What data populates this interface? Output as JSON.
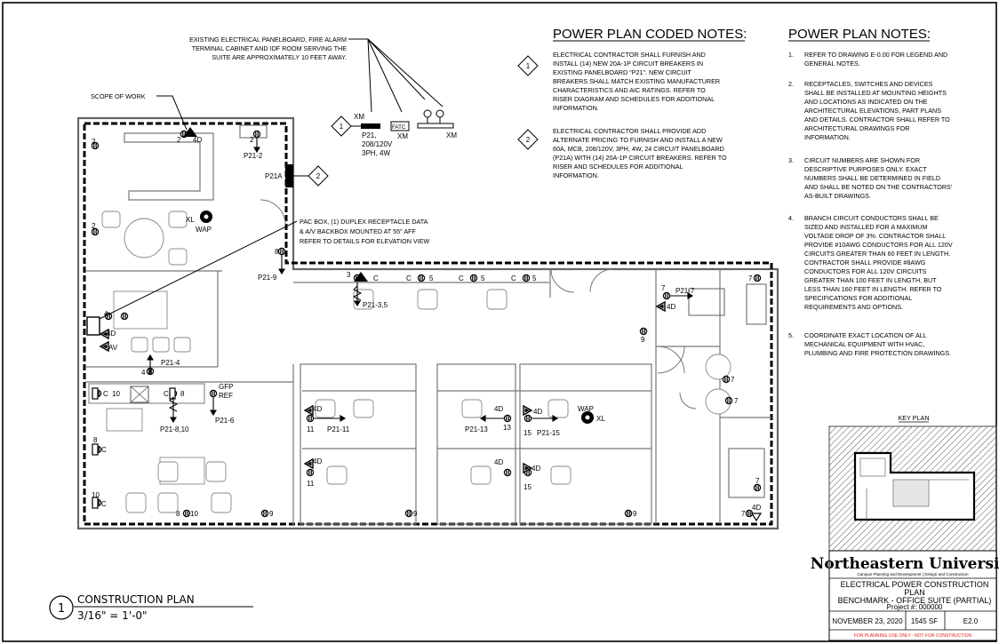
{
  "callouts": {
    "existing_panel": [
      "EXISTING ELECTRICAL PANELBOARD, FIRE ALARM",
      "TERMINAL CABINET AND  IDF ROOM SERVING THE",
      "SUITE ARE APPROXIMATELY 10 FEET AWAY."
    ],
    "scope": "SCOPE OF WORK",
    "pac_box": [
      "PAC BOX, (1) DUPLEX RECEPTACLE DATA",
      "& A/V BACKBOX MOUNTED AT 55\" AFF",
      "REFER TO DETAILS FOR ELEVATION VIEW"
    ]
  },
  "legend_items": {
    "marker1": "1",
    "xm": "XM",
    "fatc": "FATC",
    "fatc_xm": "XM",
    "rack_xm": "XM",
    "panel_spec": [
      "P21,",
      "208/120V",
      "3PH, 4W"
    ]
  },
  "plan_labels": {
    "p21a": "P21A",
    "marker2": "2",
    "p21_2": "P21-2",
    "p21_9": "P21-9",
    "p21_35": "P21-3,5",
    "p21_7": "P21-7",
    "p21_4": "P21-4",
    "p21_810": "P21-8,10",
    "p21_6": "P21-6",
    "p21_11": "P21-11",
    "p21_13": "P21-13",
    "p21_15": "P21-15",
    "xl1": "XL",
    "wap1": "WAP",
    "wap2": "WAP",
    "xl2": "XL",
    "gfp": "GFP",
    "ref": "REF",
    "c": "C",
    "av": "AV",
    "d4": "4D",
    "n2": "2",
    "n3": "3",
    "n4": "4",
    "n5": "5",
    "n7": "7",
    "n8": "8",
    "n9": "9",
    "n10": "10",
    "n11": "11",
    "n13": "13",
    "n15": "15"
  },
  "coded_notes": {
    "title": "POWER PLAN CODED NOTES:",
    "items": [
      {
        "marker": "1",
        "lines": [
          "ELECTRICAL CONTRACTOR SHALL FURNISH AND",
          "INSTALL (14) NEW 20A-1P CIRCUIT BREAKERS IN",
          "EXISTING PANELBOARD \"P21\". NEW CIRCUIT",
          "BREAKERS SHALL MATCH EXISTING MANUFACTURER",
          "CHARACTERISTICS AND AIC RATINGS. REFER TO",
          "RISER DIAGRAM AND SCHEDULES FOR ADDITIONAL",
          "INFORMATION."
        ]
      },
      {
        "marker": "2",
        "lines": [
          "ELECTRICAL CONTRACTOR SHALL PROVIDE ADD",
          "ALTERNATE PRICING TO FURNISH AND INSTALL A NEW",
          "60A, MCB, 208/120V, 3PH, 4W, 24 CIRCUIT PANELBOARD",
          "(P21A) WITH (14) 20A-1P CIRCUIT BREAKERS. REFER TO",
          "RISER AND SCHEDULES FOR ADDITIONAL",
          "INFORMATION."
        ]
      }
    ]
  },
  "plan_notes": {
    "title": "POWER PLAN NOTES:",
    "items": [
      {
        "num": "1.",
        "lines": [
          "REFER TO DRAWING E-0.00 FOR LEGEND AND",
          "GENERAL NOTES."
        ]
      },
      {
        "num": "2.",
        "lines": [
          "RECEPTACLES, SWITCHES AND DEVICES",
          "SHALL BE INSTALLED AT MOUNTING HEIGHTS",
          "AND LOCATIONS AS INDICATED ON THE",
          "ARCHITECTURAL ELEVATIONS, PART PLANS",
          "AND DETAILS. CONTRACTOR SHALL REFER TO",
          "ARCHITECTURAL DRAWINGS FOR",
          "INFORMATION."
        ]
      },
      {
        "num": "3.",
        "lines": [
          "CIRCUIT NUMBERS ARE SHOWN FOR",
          "DESCRIPTIVE PURPOSES ONLY. EXACT",
          "NUMBERS SHALL BE DETERMINED IN FIELD",
          "AND SHALL BE NOTED ON THE CONTRACTORS'",
          "AS-BUILT DRAWINGS."
        ]
      },
      {
        "num": "4.",
        "lines": [
          "BRANCH CIRCUIT CONDUCTORS SHALL BE",
          "SIZED AND INSTALLED FOR A MAXIMUM",
          "VOLTAGE DROP OF 3%. CONTRACTOR SHALL",
          "PROVIDE #10AWG CONDUCTORS FOR ALL 120V",
          "CIRCUITS GREATER THAN 60 FEET IN LENGTH.",
          "CONTRACTOR SHALL PROVIDE #8AWG",
          "CONDUCTORS FOR ALL 120V CIRCUITS",
          "GREATER THAN 100 FEET IN LENGTH, BUT",
          "LESS THAN 160 FEET IN LENGTH. REFER TO",
          "SPECIFICATIONS FOR ADDITIONAL",
          "REQUIREMENTS AND OPTIONS."
        ]
      },
      {
        "num": "5.",
        "lines": [
          "COORDINATE EXACT LOCATION OF ALL",
          "MECHANICAL EQUIPMENT WITH HVAC,",
          "PLUMBING AND FIRE PROTECTION DRAWINGS."
        ]
      }
    ]
  },
  "key_plan": {
    "title": "KEY PLAN"
  },
  "title_block": {
    "university": "Northeastern University",
    "department": "Campus Planning and Development | Design and Construction",
    "drawing_title_1": "ELECTRICAL POWER CONSTRUCTION",
    "drawing_title_2": "PLAN",
    "project_line": "BENCHMARK - OFFICE SUITE (PARTIAL)",
    "project_number": "Project #: 000000",
    "date": "NOVEMBER 23, 2020",
    "area": "1545 SF",
    "sheet": "E2.0",
    "disclaimer": "FOR PLANNING USE ONLY - NOT FOR CONSTRUCTION",
    "disclaimer_color": "#e0201b"
  },
  "view_title": {
    "number": "1",
    "title": "CONSTRUCTION PLAN",
    "scale": "3/16\" = 1'-0\""
  }
}
